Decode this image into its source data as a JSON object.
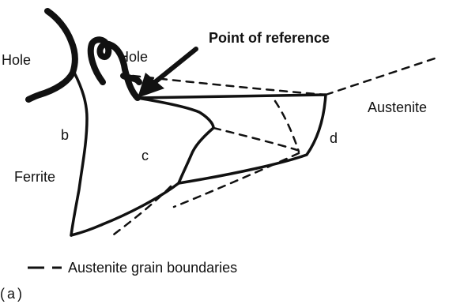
{
  "labels": {
    "hole_left": "Hole",
    "hole_right": "Hole",
    "reference": "Point of reference",
    "austenite": "Austenite",
    "ferrite": "Ferrite",
    "region_b": "b",
    "region_c": "c",
    "region_d": "d"
  },
  "legend": {
    "text": "Austenite grain boundaries"
  },
  "panel_label": "(a)"
}
